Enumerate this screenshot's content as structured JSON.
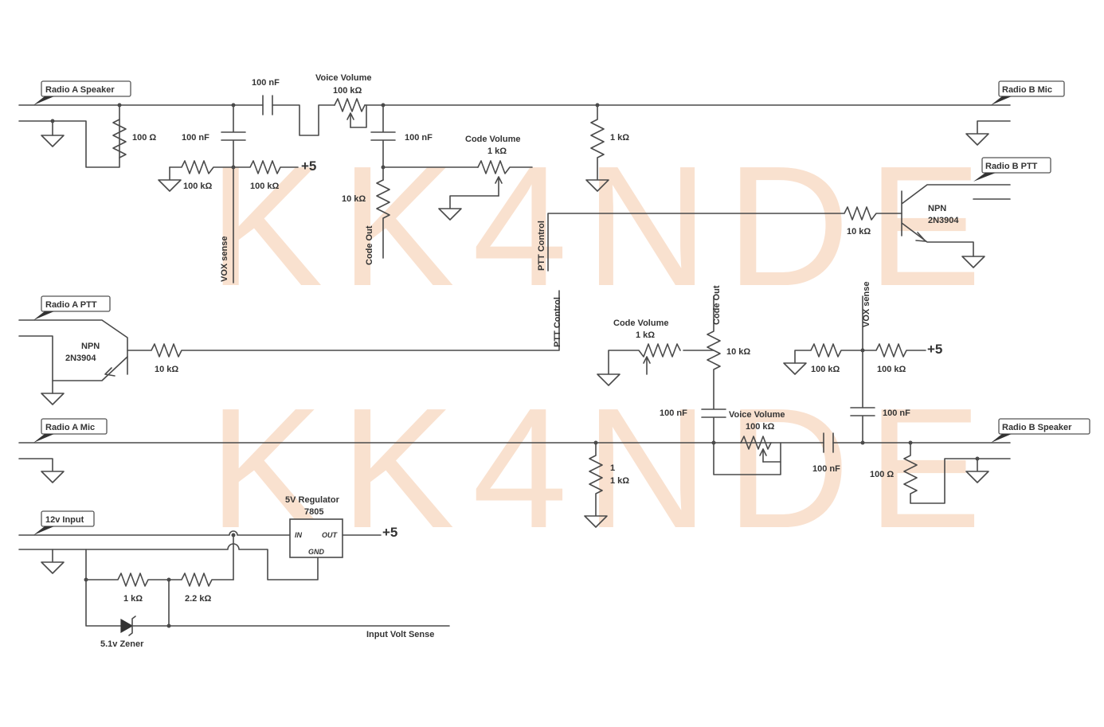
{
  "watermark": {
    "line1": "KK4NDE",
    "line2": "KK4NDE",
    "color": "#f5c9a9"
  },
  "ports": {
    "radio_a_speaker": "Radio A Speaker",
    "radio_b_mic": "Radio B Mic",
    "radio_b_ptt": "Radio B PTT",
    "radio_a_ptt": "Radio A PTT",
    "radio_a_mic": "Radio A Mic",
    "radio_b_speaker": "Radio B Speaker",
    "input_12v": "12v Input"
  },
  "labels": {
    "c1": "100 nF",
    "voice_vol_1_name": "Voice Volume",
    "voice_vol_1_val": "100 kΩ",
    "r_100ohm_1": "100 Ω",
    "c2": "100 nF",
    "c3": "100 nF",
    "code_vol_1_name": "Code Volume",
    "code_vol_1_val": "1 kΩ",
    "r_1k_1": "1 kΩ",
    "plus5_1": "+5",
    "r_100k_1": "100 kΩ",
    "r_100k_2": "100 kΩ",
    "r_10k_1": "10 kΩ",
    "code_out_1": "Code Out",
    "vox_sense_1": "VOX sense",
    "ptt_control_1": "PTT Control",
    "npn_1": "NPN",
    "npn_1_model": "2N3904",
    "r_10k_2": "10 kΩ",
    "npn_2": "NPN",
    "npn_2_model": "2N3904",
    "r_10k_3": "10 kΩ",
    "ptt_control_2": "PTT Control",
    "code_out_2": "Code Out",
    "vox_sense_2": "VOX sense",
    "code_vol_2_name": "Code Volume",
    "code_vol_2_val": "1 kΩ",
    "r_10k_4": "10 kΩ",
    "r_100k_3": "100 kΩ",
    "r_100k_4": "100 kΩ",
    "plus5_2": "+5",
    "c4": "100 nF",
    "voice_vol_2_name": "Voice Volume",
    "voice_vol_2_val": "100 kΩ",
    "c5": "100 nF",
    "c6": "100 nF",
    "r_1k_2a": "1",
    "r_1k_2b": "1 kΩ",
    "r_100ohm_2": "100 Ω",
    "reg_name": "5V Regulator",
    "reg_model": "7805",
    "reg_in": "IN",
    "reg_out": "OUT",
    "reg_gnd": "GND",
    "plus5_3": "+5",
    "r_1k_3": "1 kΩ",
    "r_2k2": "2.2 kΩ",
    "zener": "5.1v Zener",
    "input_volt_sense": "Input Volt Sense"
  }
}
